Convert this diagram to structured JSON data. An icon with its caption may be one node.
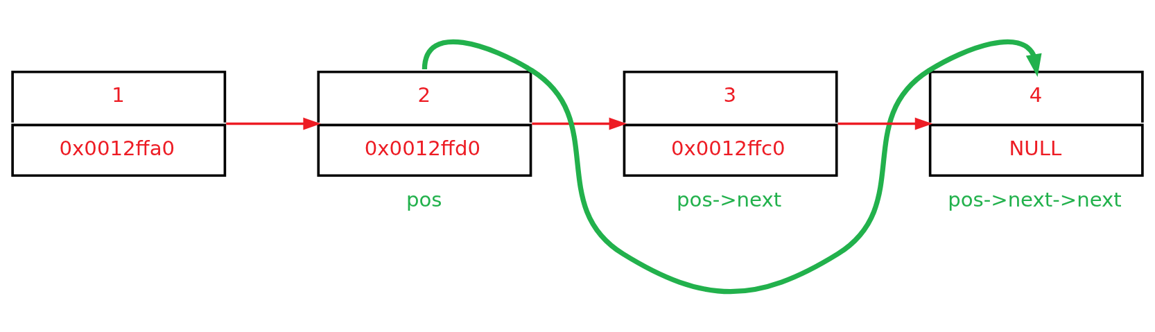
{
  "diagram": {
    "nodes": [
      {
        "text": [
          "1",
          "0x0012ffa0"
        ]
      },
      {
        "text": [
          "2",
          "0x0012ffd0"
        ],
        "beside": [
          "pos"
        ]
      },
      {
        "text": [
          "3",
          "0x0012ffc0"
        ],
        "beside": [
          "pos->next"
        ]
      },
      {
        "text": [
          "4",
          "NULL"
        ],
        "beside": [
          "pos->next->next"
        ]
      }
    ],
    "edges": [
      {
        "from": 0,
        "to": 1,
        "arrow": "to"
      },
      {
        "from": 1,
        "to": 2,
        "arrow": "to"
      },
      {
        "from": 2,
        "to": 3,
        "arrow": "to"
      },
      {
        "from": 1,
        "to": 3,
        "arrow": "to",
        "style": "thick",
        "color": "#22b14c"
      }
    ]
  }
}
